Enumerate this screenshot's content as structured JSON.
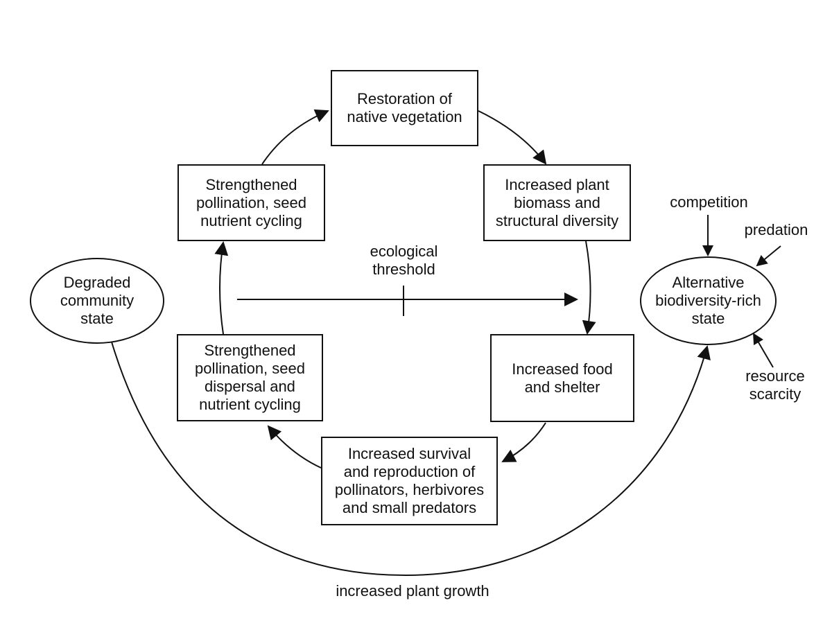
{
  "nodes": {
    "restoration": "Restoration of\nnative vegetation",
    "biomass": "Increased plant\nbiomass and\nstructural diversity",
    "food_shelter": "Increased food\nand shelter",
    "survival": "Increased survival\nand reproduction of\npollinators, herbivores\nand small predators",
    "pollination_lower": "Strengthened\npollination, seed\ndispersal and\nnutrient cycling",
    "pollination_upper": "Strengthened\npollination, seed\nnutrient cycling",
    "degraded": "Degraded\ncommunity\nstate",
    "alternative": "Alternative\nbiodiversity-rich\nstate"
  },
  "labels": {
    "threshold": "ecological\nthreshold",
    "competition": "competition",
    "predation": "predation",
    "resource_scarcity": "resource\nscarcity",
    "plant_growth": "increased plant growth"
  }
}
